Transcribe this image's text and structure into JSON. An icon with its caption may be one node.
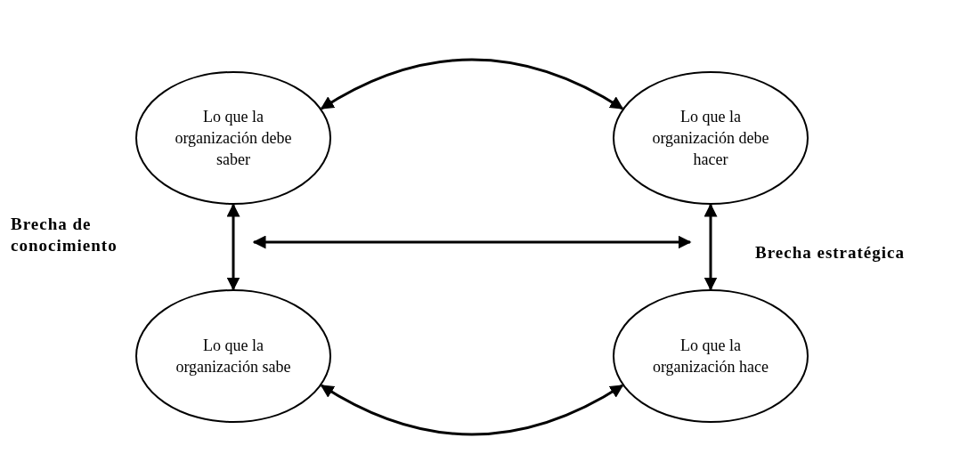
{
  "diagram": {
    "nodes": [
      {
        "text": [
          "Lo que la organización debe saber"
        ]
      },
      {
        "text": [
          "Lo que la organización debe hacer"
        ]
      },
      {
        "text": [
          "Lo que la organización sabe"
        ]
      },
      {
        "text": [
          "Lo que la organización hace"
        ]
      }
    ],
    "edges": [
      {
        "from": 0,
        "to": 1,
        "arrow": "both"
      },
      {
        "from": 0,
        "to": 2,
        "arrow": "both"
      },
      {
        "from": 1,
        "to": 3,
        "arrow": "both"
      },
      {
        "from": 2,
        "to": 3,
        "arrow": "both"
      }
    ],
    "labels": [
      "Brecha de conocimiento",
      "Brecha estratégica"
    ]
  }
}
